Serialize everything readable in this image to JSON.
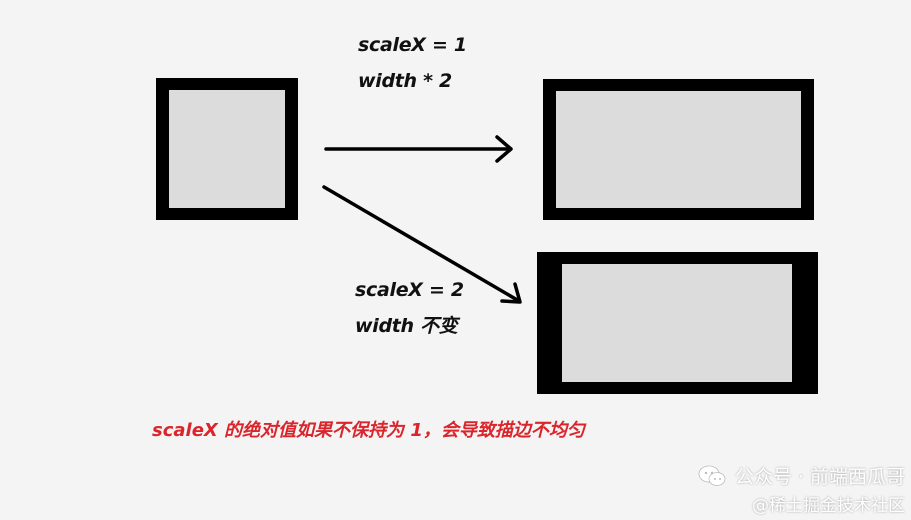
{
  "labels": {
    "top_line1": "scaleX = 1",
    "top_line2": "width * 2",
    "bottom_line1": "scaleX = 2",
    "bottom_line2": "width 不变"
  },
  "caption": "scaleX 的绝对值如果不保持为 1，会导致描边不均匀",
  "watermark": {
    "account": "公众号 · 前端西瓜哥",
    "community": "@稀土掘金技术社区"
  },
  "colors": {
    "stroke": "#000000",
    "fill": "#dcdcdc",
    "caption": "#d9252b",
    "background": "#f4f4f4"
  }
}
